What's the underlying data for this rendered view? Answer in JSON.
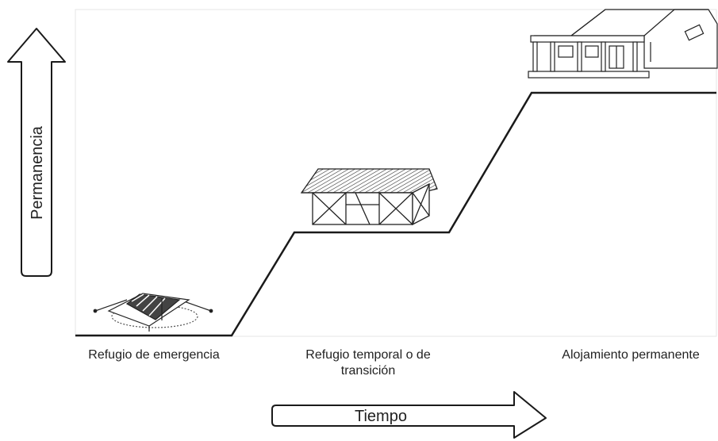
{
  "axes": {
    "y_label": "Permanencia",
    "x_label": "Tiempo"
  },
  "stages": [
    {
      "label": "Refugio de emergencia",
      "icon": "tent-icon"
    },
    {
      "label": "Refugio temporal o de transición",
      "icon": "temporary-house-icon"
    },
    {
      "label": "Alojamiento permanente",
      "icon": "permanent-house-icon"
    }
  ],
  "colors": {
    "line": "#1a1a1a",
    "frame": "#e6e6e6",
    "text": "#222222"
  }
}
